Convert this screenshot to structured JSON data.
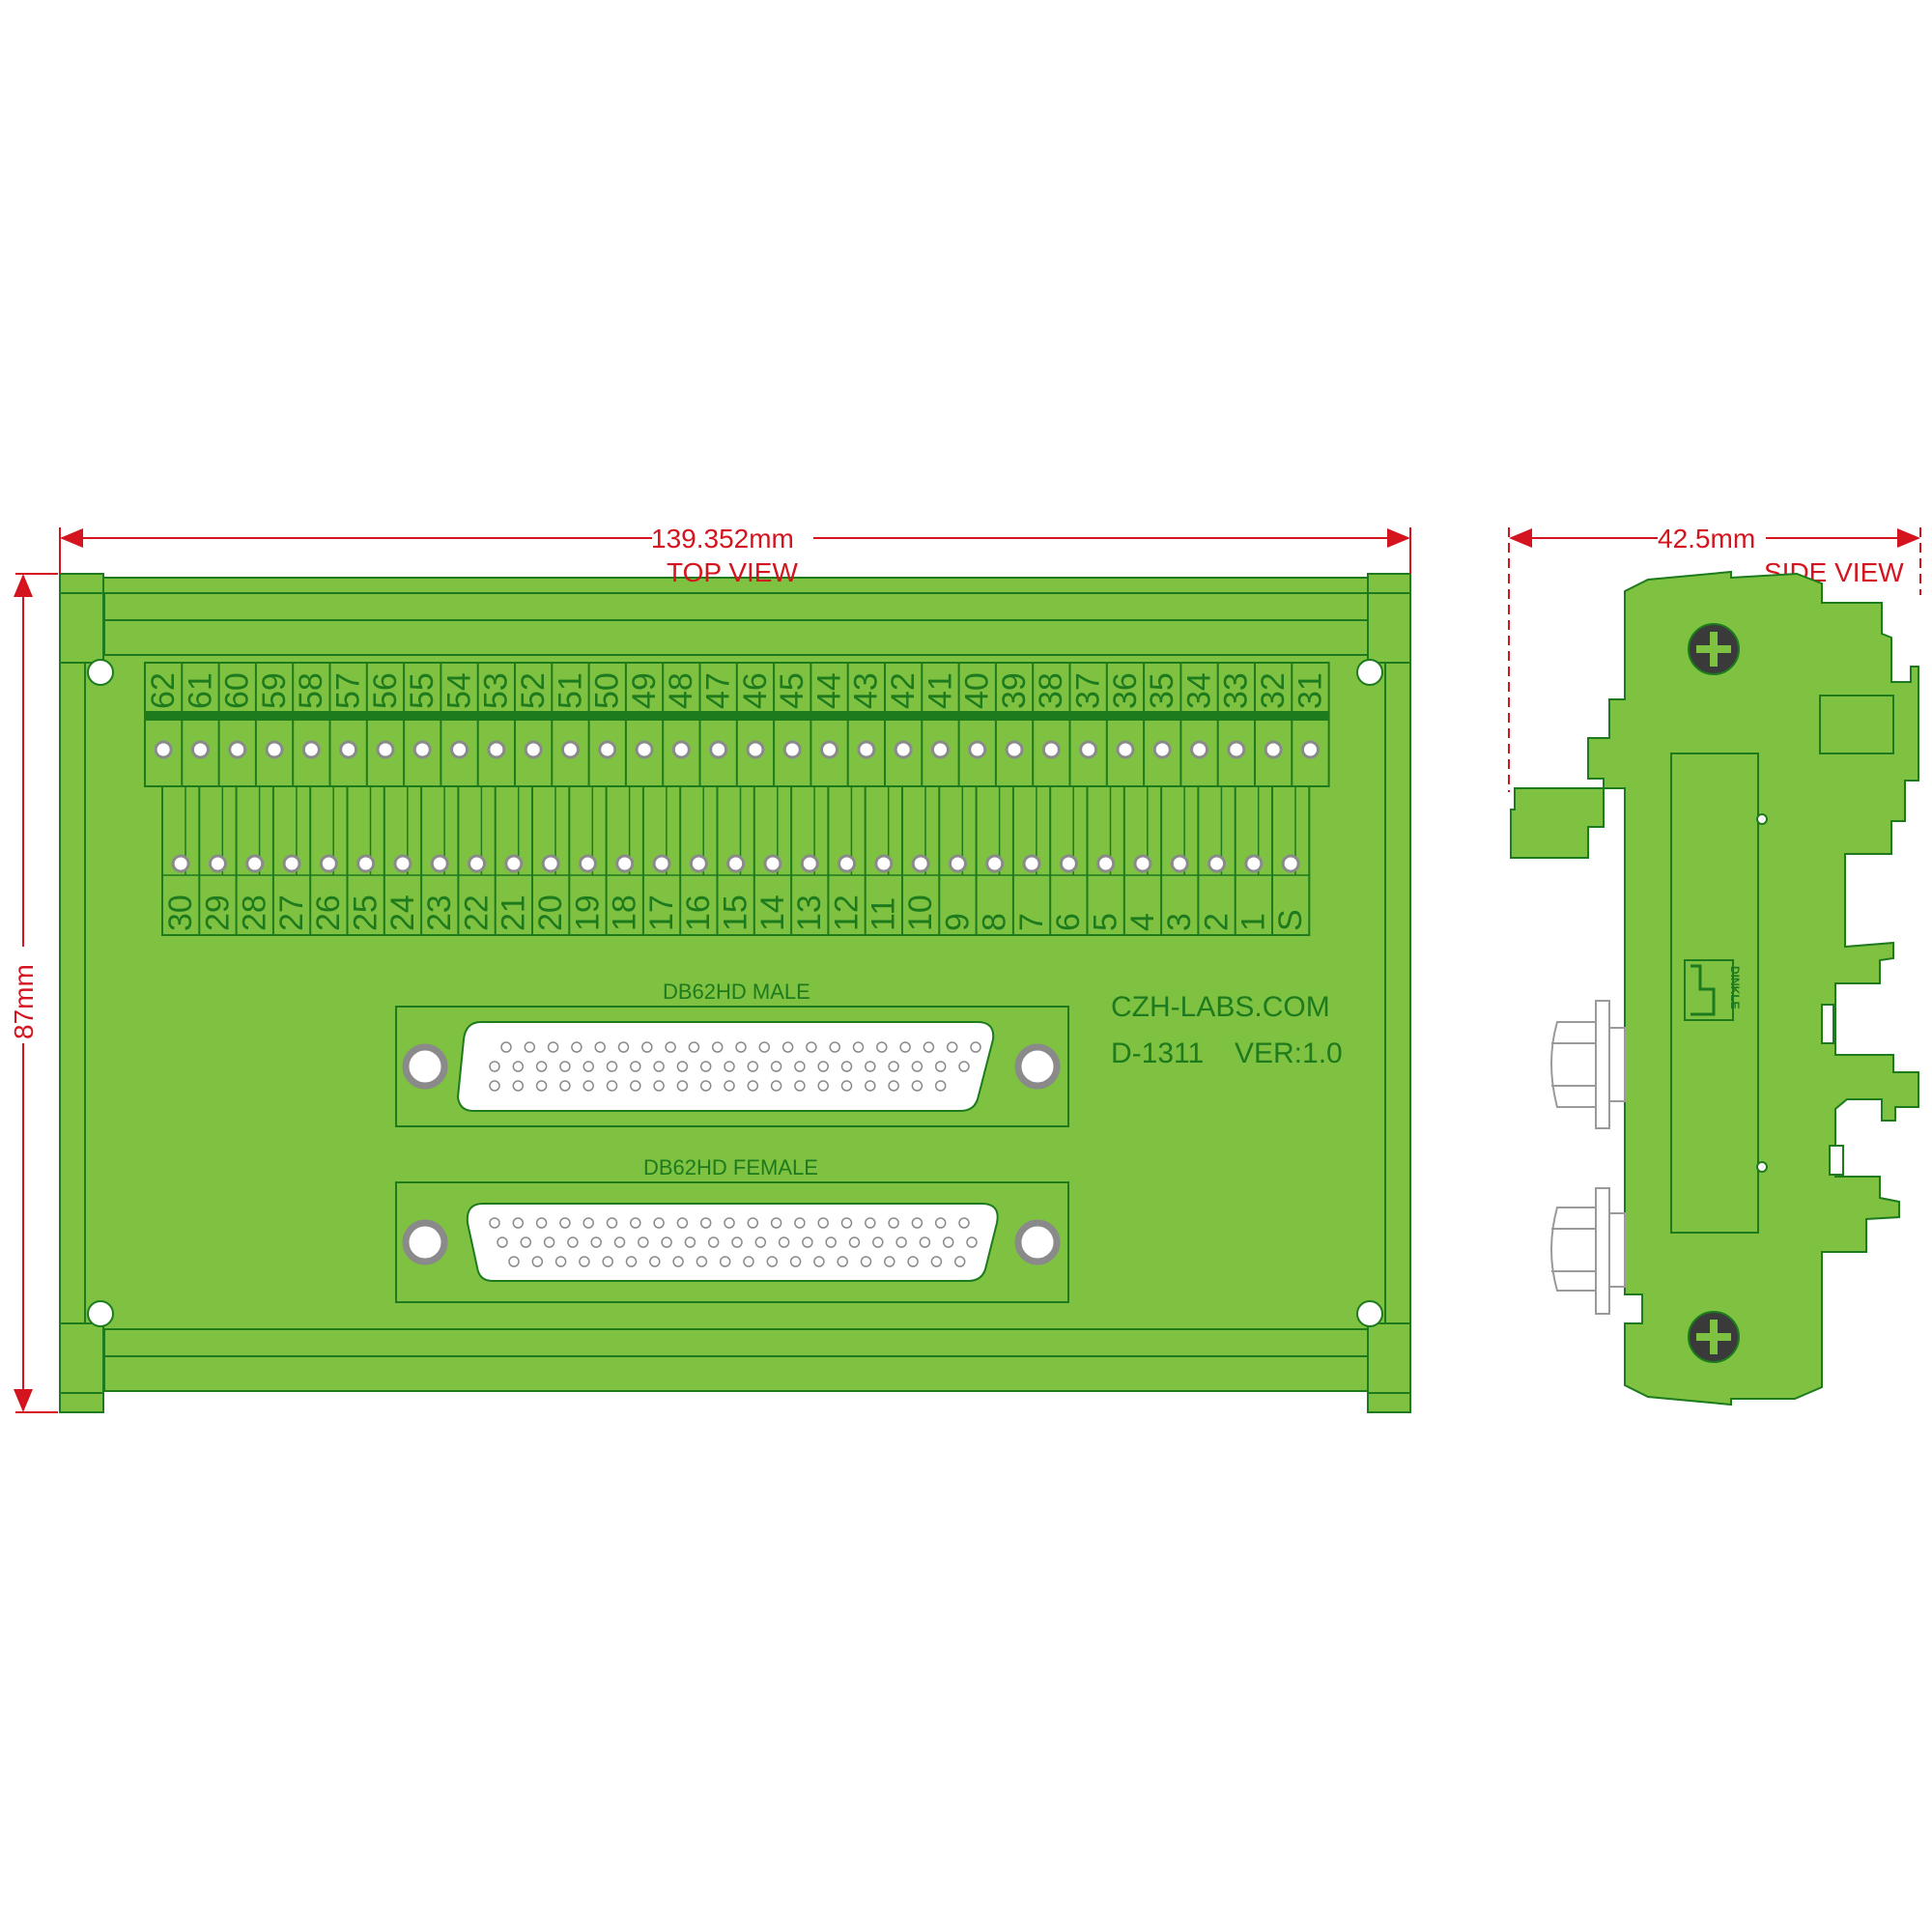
{
  "dimensions": {
    "width": "139.352mm",
    "height": "87mm",
    "side_depth": "42.5mm"
  },
  "views": {
    "top": "TOP VIEW",
    "side": "SIDE VIEW"
  },
  "terminals": {
    "top_row": [
      "62",
      "61",
      "60",
      "59",
      "58",
      "57",
      "56",
      "55",
      "54",
      "53",
      "52",
      "51",
      "50",
      "49",
      "48",
      "47",
      "46",
      "45",
      "44",
      "43",
      "42",
      "41",
      "40",
      "39",
      "38",
      "37",
      "36",
      "35",
      "34",
      "33",
      "32",
      "31"
    ],
    "bottom_row": [
      "30",
      "29",
      "28",
      "27",
      "26",
      "25",
      "24",
      "23",
      "22",
      "21",
      "20",
      "19",
      "18",
      "17",
      "16",
      "15",
      "14",
      "13",
      "12",
      "11",
      "10",
      "9",
      "8",
      "7",
      "6",
      "5",
      "4",
      "3",
      "2",
      "1",
      "S"
    ]
  },
  "connectors": {
    "male_label": "DB62HD MALE",
    "female_label": "DB62HD FEMALE",
    "male_pin_rows": [
      21,
      21,
      20
    ],
    "female_pin_rows": [
      21,
      21,
      20
    ]
  },
  "board": {
    "website": "CZH-LABS.COM",
    "model": "D-1311",
    "version": "VER:1.0",
    "terminal_brand": "DINKLE"
  },
  "colors": {
    "board_fill": "#7fc241",
    "outline": "#1d7a1d",
    "dimension": "#d4141e",
    "hole": "#9a9a9a"
  }
}
